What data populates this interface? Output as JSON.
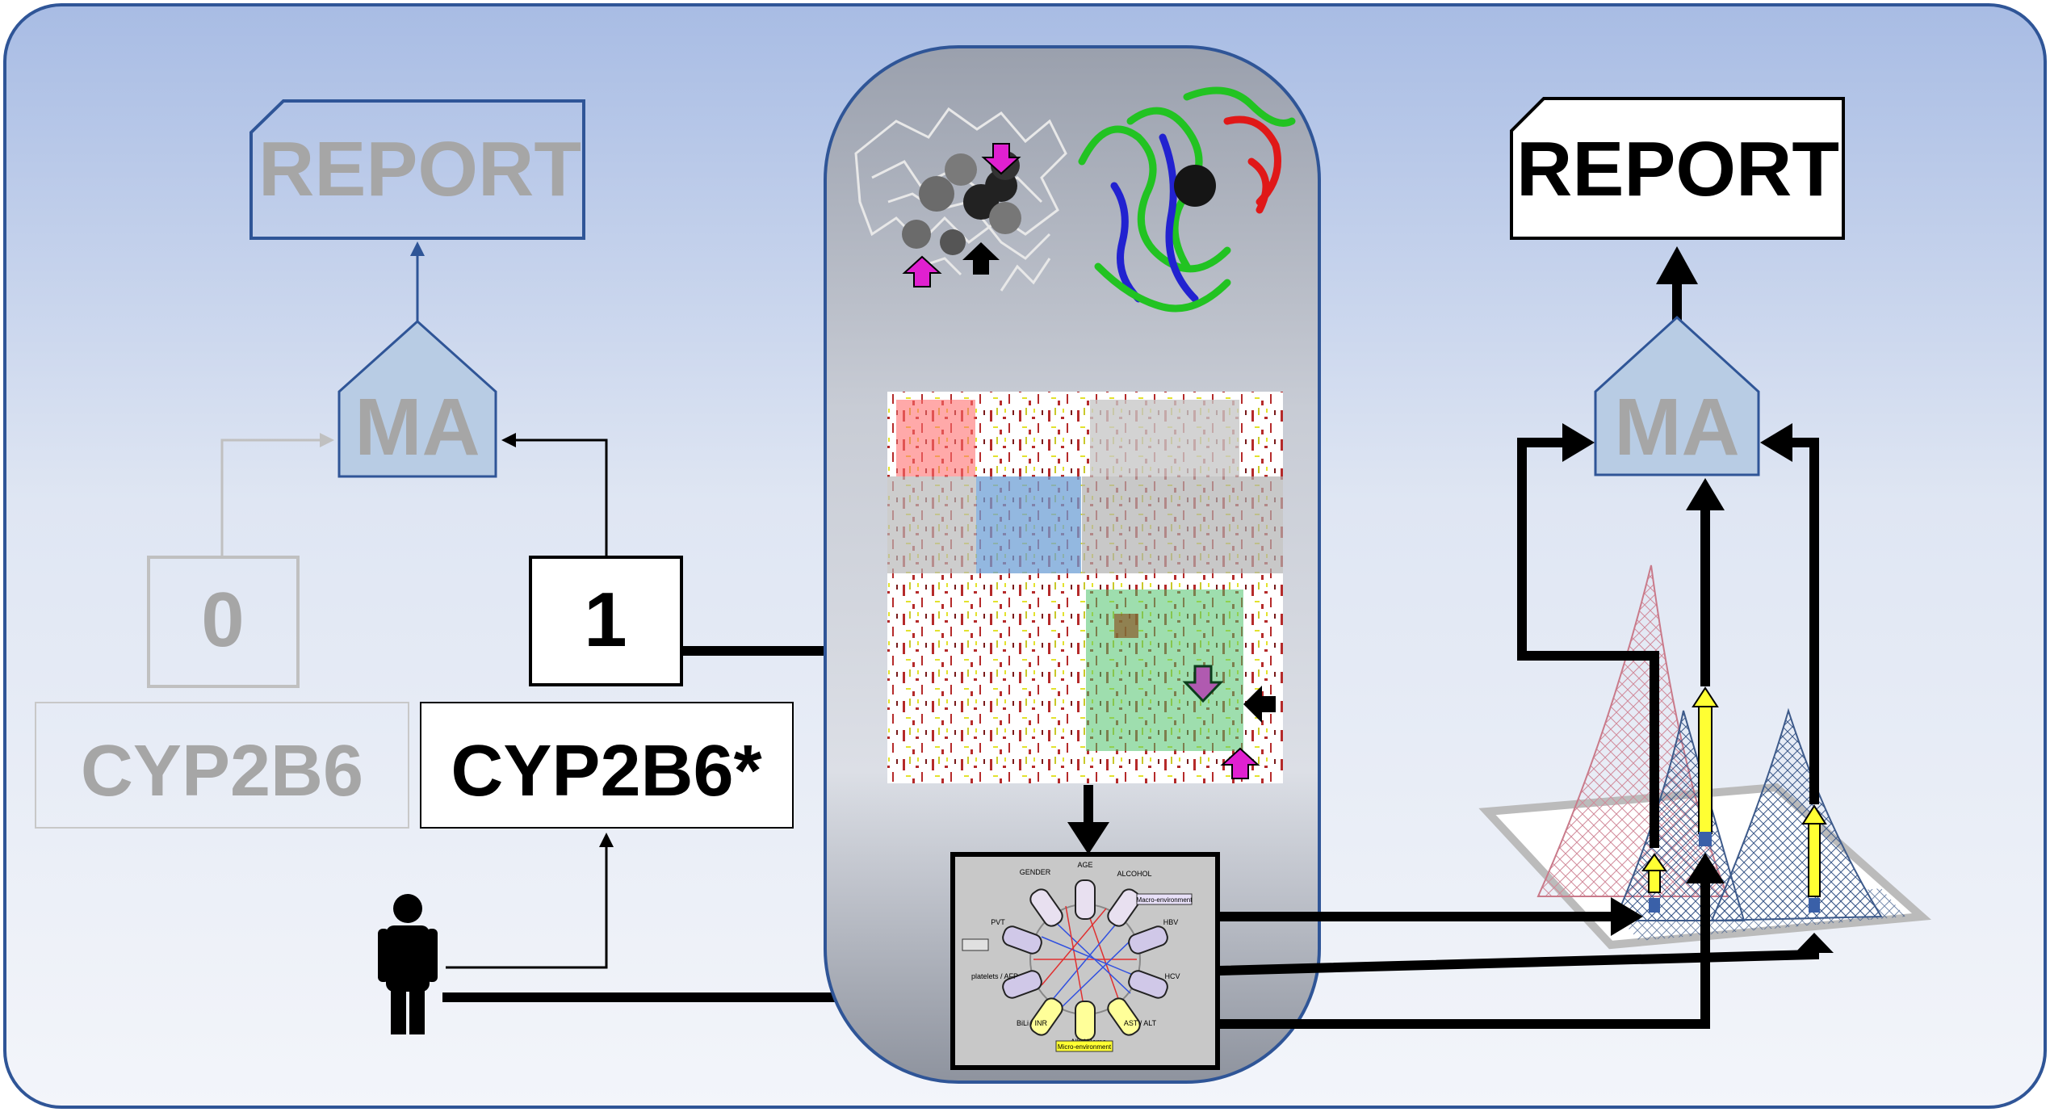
{
  "left_pathway": {
    "report_label": "REPORT",
    "ma_label": "MA",
    "zero_label": "0",
    "gene_label": "CYP2B6"
  },
  "center_pathway": {
    "one_label": "1",
    "variant_label": "CYP2B6*"
  },
  "network_panel": {
    "nodes": [
      "GENDER",
      "AGE",
      "ALCOHOL",
      "HBV",
      "HCV",
      "AST / ALT",
      "Alb / Hemo",
      "BiLi / INR",
      "platelets / AFP",
      "PVT"
    ],
    "macro_label": "Macro-environment",
    "micro_label": "Micro-environment"
  },
  "right_pathway": {
    "report_label": "REPORT",
    "ma_label": "MA"
  },
  "colors": {
    "bg_top": "#a9bde6",
    "bg_bottom": "#f4f6fb",
    "faded": "#a6a6a6",
    "house_fill": "#b8cce4",
    "house_stroke": "#2f5597",
    "magenta": "#e020d0",
    "yellow": "#ffff33"
  }
}
